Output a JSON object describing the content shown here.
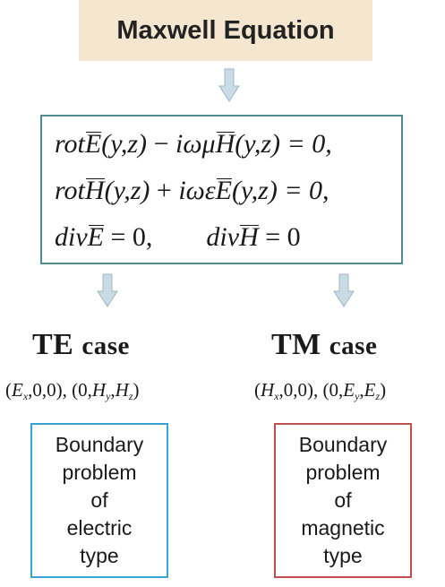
{
  "header": {
    "title": "Maxwell Equation"
  },
  "equations": {
    "line1": {
      "rot": "rot",
      "E": "E",
      "args": "(y,z)",
      "op": " − ",
      "coef": "iωμ",
      "H": "H",
      "args2": "(y,z) = 0,"
    },
    "line2": {
      "rot": "rot",
      "H": "H",
      "args": "(y,z)",
      "op": " + ",
      "coef": "iωε",
      "E": "E",
      "args2": "(y,z) = 0,"
    },
    "line3": {
      "div1": "div",
      "E": "E",
      "eq1": " = 0,",
      "div2": "div",
      "H": "H",
      "eq2": " = 0"
    }
  },
  "cases": {
    "te": {
      "title": "TE",
      "title_suffix": "case",
      "components": {
        "open": "(",
        "a": "E",
        "a_sub": "x",
        "a_rest": ",0,0),",
        "b_open": "(0,",
        "b1": "H",
        "b1_sub": "y",
        "sep": ",",
        "b2": "H",
        "b2_sub": "z",
        "close": ")"
      },
      "box_lines": [
        "Boundary",
        "problem",
        "of",
        "electric",
        "type"
      ]
    },
    "tm": {
      "title": "TM",
      "title_suffix": "case",
      "components": {
        "open": "(",
        "a": "H",
        "a_sub": "x",
        "a_rest": ",0,0),",
        "b_open": "(0,",
        "b1": "E",
        "b1_sub": "y",
        "sep": ",",
        "b2": "E",
        "b2_sub": "z",
        "close": ")"
      },
      "box_lines": [
        "Boundary",
        "problem",
        "of",
        "magnetic",
        "type"
      ]
    }
  },
  "colors": {
    "title_bg": "#f5e6d0",
    "eq_border": "#4e8a8e",
    "te_border": "#3aa3d6",
    "tm_border": "#c0504d",
    "arrow": "#c9dce6"
  }
}
